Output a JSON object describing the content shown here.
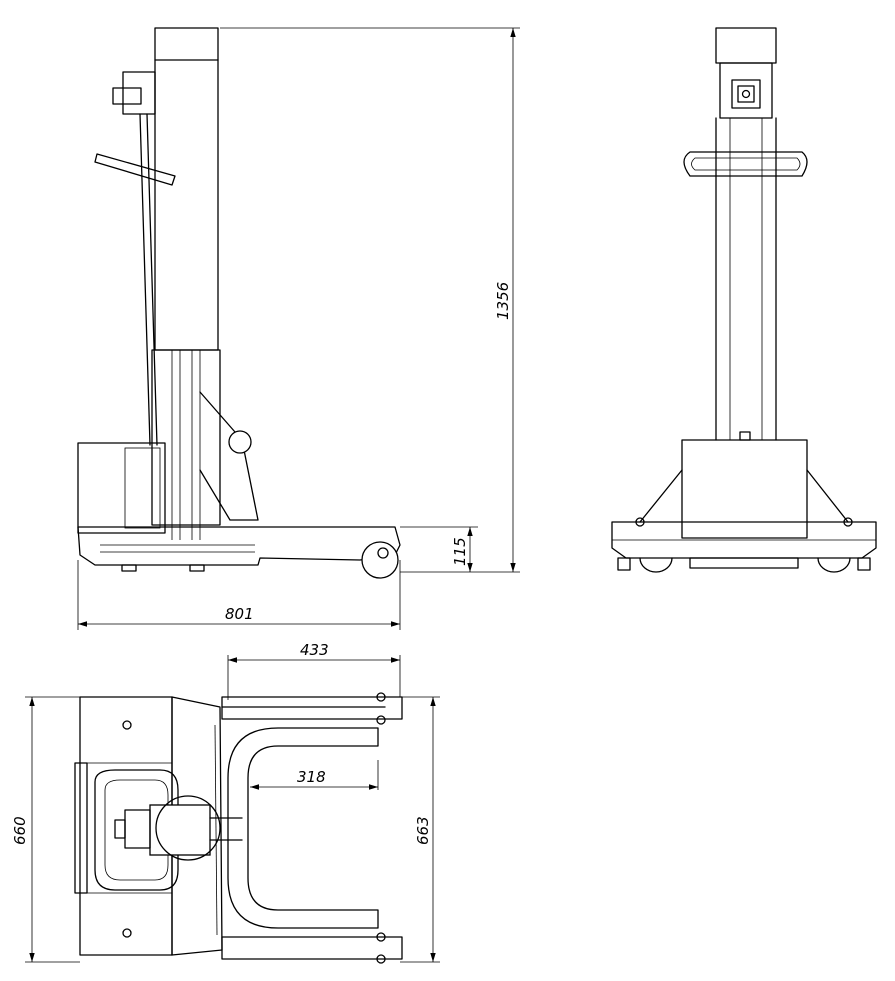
{
  "dimensions": {
    "height_total": "1356",
    "base_height": "115",
    "length": "801",
    "fork_length": "433",
    "inner_fork_length": "318",
    "overall_width": "660",
    "fork_width": "663"
  }
}
